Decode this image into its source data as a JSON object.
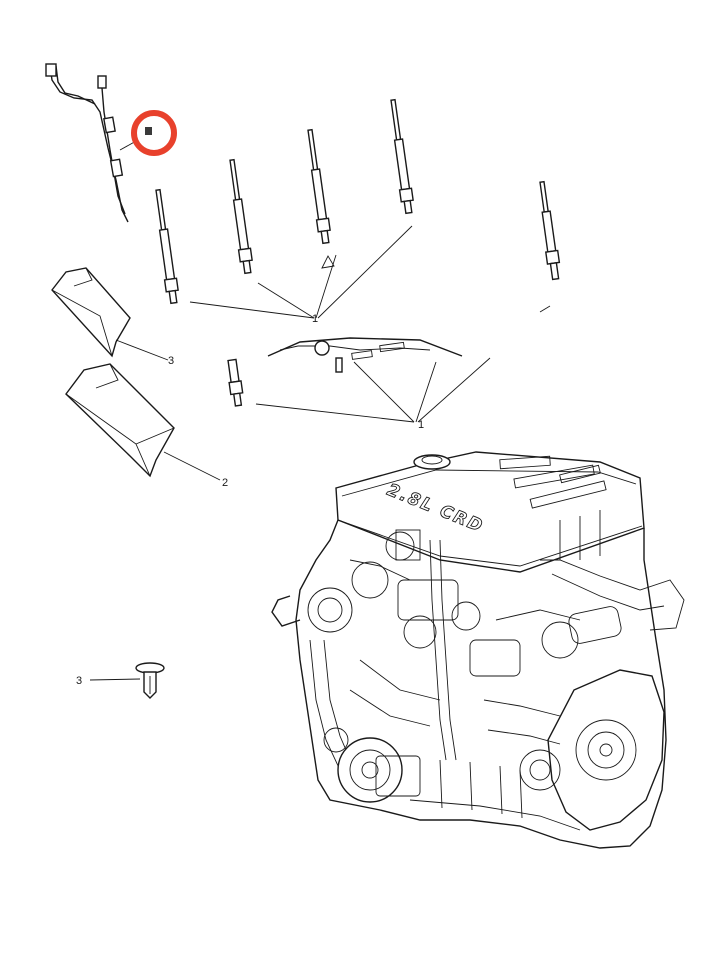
{
  "diagram": {
    "callouts": {
      "glow_plug": "1",
      "glow_plug_insulator": "2",
      "retainer_clip": "3"
    },
    "engine_cover_text": "2.8L CRD",
    "highlight": {
      "color": "#e8412c",
      "shape": "circle",
      "target": "glow plug harness connector"
    },
    "icons": [
      "glow-plug-icon",
      "insulator-boot-icon",
      "push-pin-clip-icon",
      "engine-assembly-icon",
      "wiring-harness-icon"
    ]
  }
}
